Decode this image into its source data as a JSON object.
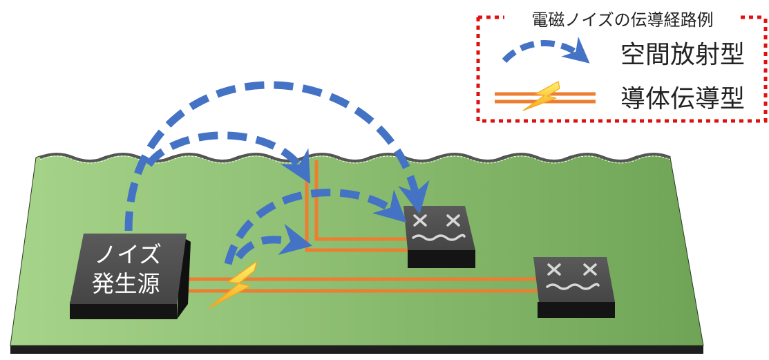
{
  "legend": {
    "title": "電磁ノイズの伝導経路例",
    "items": [
      {
        "key": "radiated",
        "label": "空間放射型",
        "symbol": "blue-dashed-arrow-icon"
      },
      {
        "key": "conducted",
        "label": "導体伝導型",
        "symbol": "lightning-trace-icon"
      }
    ],
    "border_color": "#e0100f"
  },
  "components": {
    "noise_source": {
      "label_line1": "ノイズ",
      "label_line2": "発生源"
    },
    "victims": [
      {
        "id": "victim-ic-1",
        "marks": "× × 〰"
      },
      {
        "id": "victim-ic-2",
        "marks": "× × 〰"
      }
    ]
  },
  "colors": {
    "board_light": "#a6d48a",
    "board_dark": "#6fa456",
    "board_edge": "#1e1e1e",
    "arrow": "#4472c4",
    "trace": "#ed7d31",
    "chip_top": "#4f4f4f",
    "chip_side": "#141414",
    "bolt": "#ffd21f"
  }
}
